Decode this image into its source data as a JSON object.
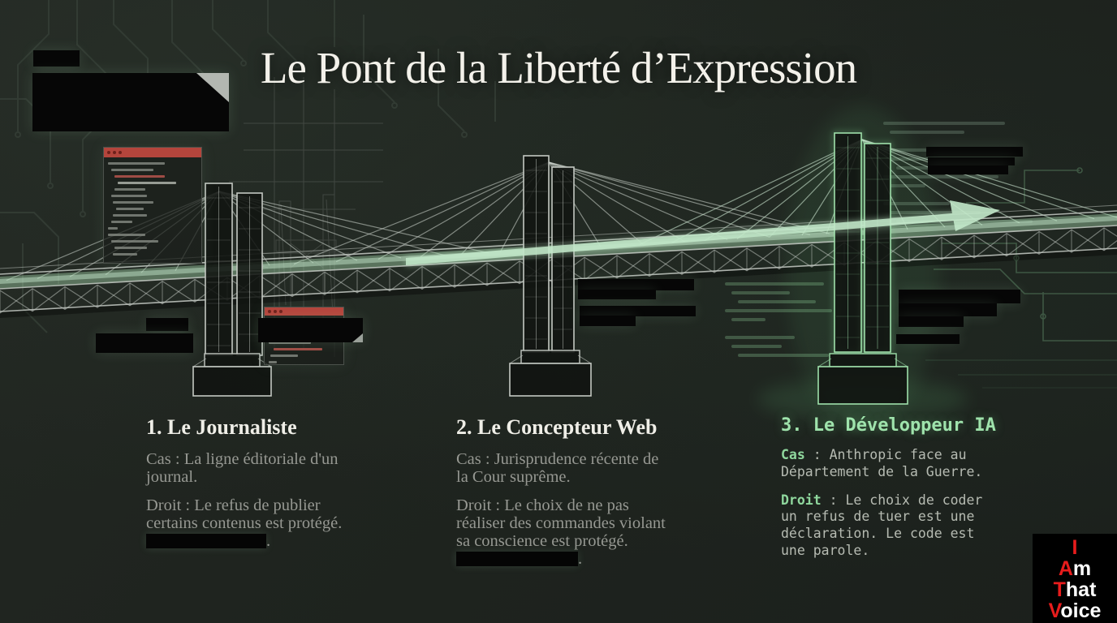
{
  "title": "Le Pont de la Liberté d’Expression",
  "sections": [
    {
      "heading": "1. Le Journaliste",
      "cas": "Cas : La ligne éditoriale d'un journal.",
      "droit": "Droit : Le refus de publier certains contenus est protégé.",
      "after_redaction": "."
    },
    {
      "heading": "2. Le Concepteur Web",
      "cas": "Cas : Jurisprudence récente de la Cour suprême.",
      "droit": "Droit : Le choix de ne pas réaliser des commandes violant sa conscience est protégé.",
      "after_redaction": "."
    },
    {
      "heading": "3. Le Développeur IA",
      "cas_label": "Cas",
      "sep": " : ",
      "cas_text": "Anthropic face au Département de la Guerre.",
      "droit_label": "Droit",
      "droit_text": "Le choix de coder un refus de tuer est une déclaration. Le code est une parole."
    }
  ],
  "watermark": {
    "lines": [
      {
        "red": "I",
        "white": ""
      },
      {
        "red": "A",
        "white": "m"
      },
      {
        "red": "T",
        "white": "hat"
      },
      {
        "red": "V",
        "white": "oice"
      }
    ]
  },
  "colors": {
    "accent_green": "#9fe0ab",
    "titlebar_red": "#b4453c",
    "watermark_red": "#e81c1c",
    "redaction": "#060606"
  }
}
